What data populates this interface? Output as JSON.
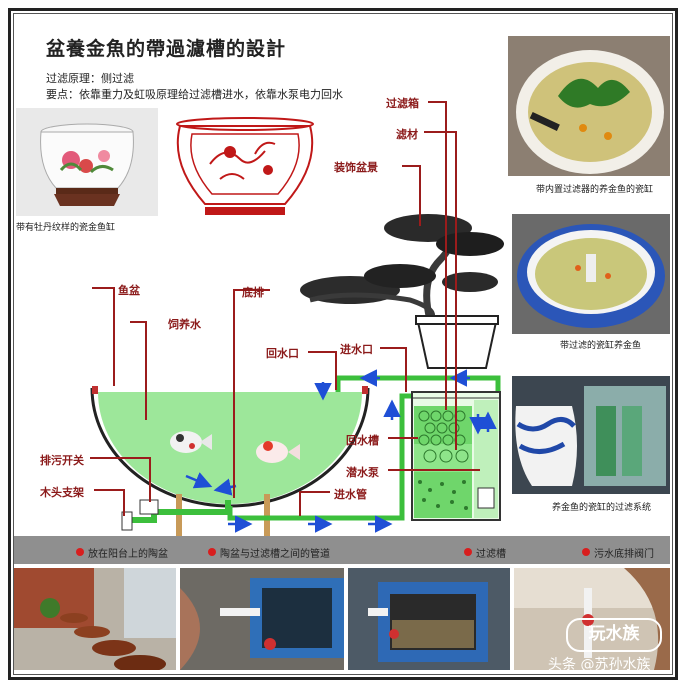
{
  "title": "盆養金魚的帶過濾槽的設計",
  "principle": "过滤原理：侧过滤",
  "keypoint": "要点：依靠重力及虹吸原理给过滤槽进水，依靠水泵电力回水",
  "captions": {
    "bowl": "带有牡丹纹样的瓷金鱼缸",
    "photo1": "带内置过滤器的养金鱼的瓷缸",
    "photo2": "带过滤的瓷缸养金鱼",
    "photo3": "养金鱼的瓷缸的过滤系统"
  },
  "labels": {
    "filter_box": "过滤箱",
    "filter_media": "滤材",
    "bonsai": "装饰盆景",
    "fish_bowl": "鱼盆",
    "feed_water": "饲养水",
    "bottom_drain": "底排",
    "return_port": "回水口",
    "inlet_port": "进水口",
    "return_tank": "回水槽",
    "pump": "潜水泵",
    "drain_switch": "排污开关",
    "wood_stand": "木头支架",
    "inlet_pipe": "进水管"
  },
  "legend": [
    "放在阳台上的陶盆",
    "陶盆与过滤槽之间的管道",
    "过滤槽",
    "污水底排阀门"
  ],
  "watermark": {
    "logo": "玩水族",
    "line": "头条 @苏孙水族"
  },
  "colors": {
    "water": "#9de79a",
    "pipe": "#3cbf3c",
    "label": "#8b1a1a",
    "arrow": "#1f4fd6",
    "leader": "#9b1c1c"
  }
}
